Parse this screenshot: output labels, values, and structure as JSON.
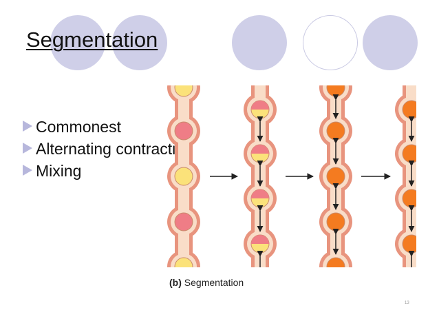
{
  "slide": {
    "title": "Segmentation",
    "bullets": [
      "Commonest",
      "Alternating contraction",
      "Mixing"
    ],
    "slide_number": "13"
  },
  "diagram": {
    "caption_tag": "(b)",
    "caption_text": "Segmentation",
    "stages": [
      {
        "ball_pattern": [
          "yellow",
          "red",
          "yellow",
          "red",
          "yellow"
        ],
        "arrows": false
      },
      {
        "ball_pattern": [
          "split",
          "split",
          "split",
          "split"
        ],
        "arrows": true
      },
      {
        "ball_pattern": [
          "orange",
          "orange",
          "orange",
          "orange",
          "orange"
        ],
        "arrows": true
      },
      {
        "ball_pattern": [
          "orange",
          "orange",
          "orange",
          "orange"
        ],
        "arrows": true
      }
    ],
    "colors": {
      "tube_outer": "#e8947e",
      "tube_inner": "#f9ddc8",
      "ball_yellow": "#fbe27a",
      "ball_red": "#ef7d86",
      "ball_orange": "#f47b20",
      "deco_circle": "#cfcfe8"
    }
  }
}
